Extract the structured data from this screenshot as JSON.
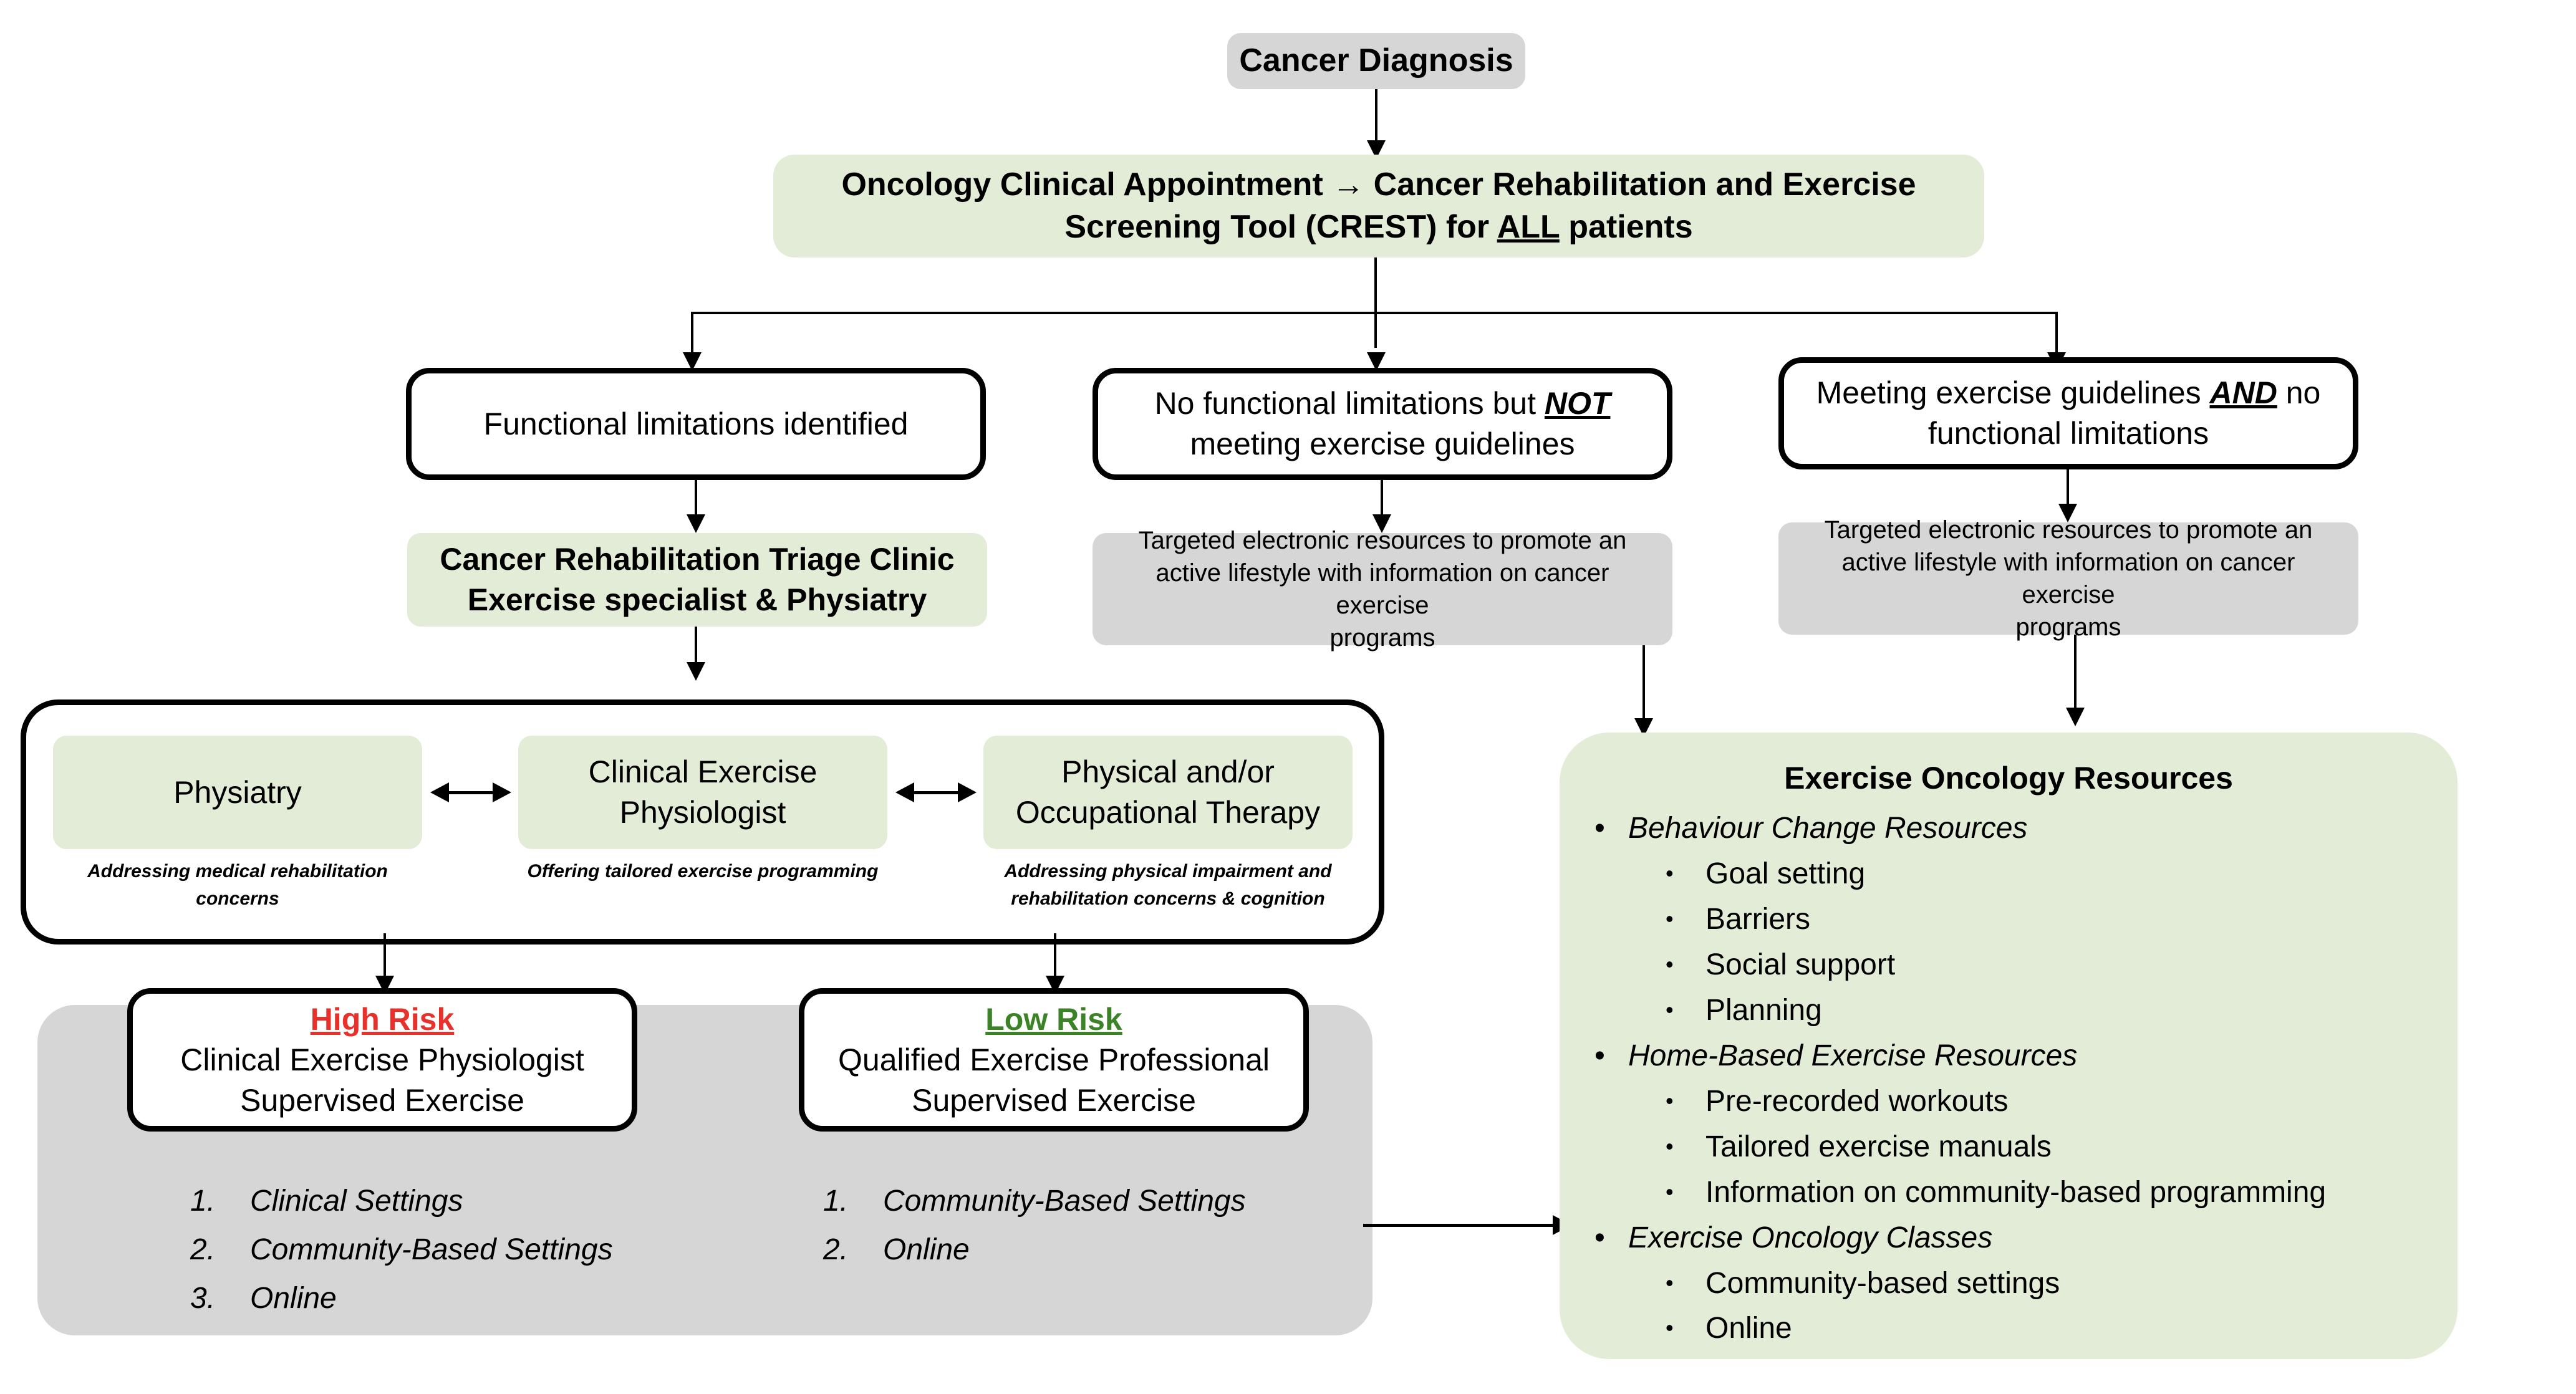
{
  "colors": {
    "green_fill": "#e2ecd6",
    "gray_fill": "#d6d6d6",
    "high_risk": "#e8312a",
    "low_risk": "#3c8327",
    "outline": "#000000"
  },
  "flow": {
    "start": {
      "label": "Cancer Diagnosis"
    },
    "screening": {
      "line1_pre": "Oncology Clinical Appointment ",
      "arrow_glyph": "→",
      "line1_post": " Cancer Rehabilitation and Exercise",
      "line2_pre": "Screening Tool (CREST) for ",
      "line2_emph": "ALL",
      "line2_post": " patients"
    },
    "branches": [
      {
        "id": "functional-limitations",
        "label": "Functional limitations identified",
        "emphasis": ""
      },
      {
        "id": "no-limitations-not-meeting",
        "label_pre": "No functional limitations but ",
        "emphasis": "NOT",
        "label_post": "",
        "label_line2": "meeting exercise guidelines"
      },
      {
        "id": "meeting-and-no-limitations",
        "label_pre": "Meeting exercise guidelines ",
        "emphasis": "AND",
        "label_post": " no",
        "label_line2": "functional limitations"
      }
    ],
    "targeted_resources": {
      "line1": "Targeted electronic resources to promote an",
      "line2": "active lifestyle with information on cancer exercise",
      "line3": "programs"
    },
    "triage_clinic": {
      "line1": "Cancer Rehabilitation Triage Clinic",
      "line2": "Exercise specialist & Physiatry"
    },
    "roles": [
      {
        "id": "physiatry",
        "title": "Physiatry",
        "caption_lines": [
          "Addressing medical rehabilitation concerns"
        ]
      },
      {
        "id": "clinical-exercise-physiologist",
        "title_line1": "Clinical Exercise",
        "title_line2": "Physiologist",
        "caption_lines": [
          "Offering tailored exercise programming"
        ]
      },
      {
        "id": "physical-occupational-therapy",
        "title_line1": "Physical and/or",
        "title_line2": "Occupational Therapy",
        "caption_lines": [
          "Addressing physical impairment and",
          "rehabilitation concerns & cognition"
        ]
      }
    ],
    "risk_paths": [
      {
        "id": "high-risk",
        "risk_label": "High Risk",
        "line1": "Clinical Exercise Physiologist",
        "line2": "Supervised Exercise",
        "settings": [
          "Clinical Settings",
          "Community-Based Settings",
          "Online"
        ]
      },
      {
        "id": "low-risk",
        "risk_label": "Low Risk",
        "line1": "Qualified Exercise Professional",
        "line2": "Supervised Exercise",
        "settings": [
          "Community-Based Settings",
          "Online"
        ]
      }
    ]
  },
  "resources_panel": {
    "title": "Exercise Oncology Resources",
    "bullet_glyph": "•",
    "groups": [
      {
        "heading": "Behaviour Change Resources",
        "items": [
          "Goal setting",
          "Barriers",
          "Social support",
          "Planning"
        ]
      },
      {
        "heading": "Home-Based Exercise Resources",
        "items": [
          "Pre-recorded workouts",
          "Tailored exercise manuals",
          "Information on community-based programming"
        ]
      },
      {
        "heading": "Exercise Oncology Classes",
        "items": [
          "Community-based settings",
          "Online"
        ]
      }
    ]
  }
}
